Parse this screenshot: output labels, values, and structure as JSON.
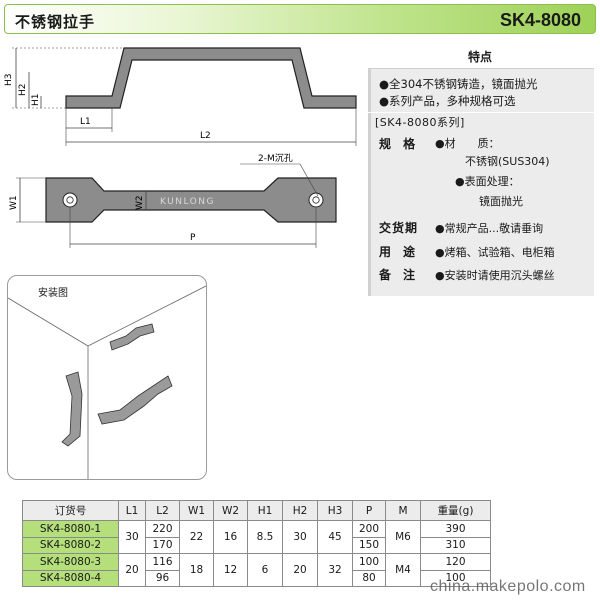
{
  "header": {
    "title": "不锈钢拉手",
    "model": "SK4-8080"
  },
  "features": {
    "title": "特点",
    "items": [
      "●全304不锈钢铸造，镜面抛光",
      "●系列产品，多种规格可选"
    ]
  },
  "specs": {
    "series": "[SK4-8080系列]",
    "spec_label": "规 格",
    "material_key": "●材　　质：",
    "material_val": "不锈钢(SUS304)",
    "surface_key": "●表面处理：",
    "surface_val": "镜面抛光",
    "delivery_label": "交货期",
    "delivery_val": "●常规产品...敬请垂询",
    "use_label": "用　途",
    "use_val": "●烤箱、试验箱、电柜箱",
    "note_label": "备　注",
    "note_val": "●安装时请使用沉头螺丝"
  },
  "drawing": {
    "dims": {
      "h3": "H3",
      "h2": "H2",
      "h1": "H1",
      "l1": "L1",
      "l2": "L2",
      "w1": "W1",
      "w2": "W2",
      "p": "P",
      "hole": "2-M沉孔",
      "brand": "KUNLONG"
    }
  },
  "install": {
    "label": "安装图"
  },
  "table": {
    "headers": [
      "订货号",
      "L1",
      "L2",
      "W1",
      "W2",
      "H1",
      "H2",
      "H3",
      "P",
      "M",
      "重量(g)"
    ],
    "rows": [
      {
        "model": "SK4-8080-1",
        "l2": "220",
        "p": "200",
        "weight": "390"
      },
      {
        "model": "SK4-8080-2",
        "l2": "170",
        "p": "150",
        "weight": "310"
      },
      {
        "model": "SK4-8080-3",
        "l2": "116",
        "p": "100",
        "weight": "120"
      },
      {
        "model": "SK4-8080-4",
        "l2": "96",
        "p": "80",
        "weight": "100"
      }
    ],
    "group_a": {
      "l1": "30",
      "w1": "22",
      "w2": "16",
      "h1": "8.5",
      "h2": "30",
      "h3": "45",
      "m": "M6"
    },
    "group_b": {
      "l1": "20",
      "w1": "18",
      "w2": "12",
      "h1": "6",
      "h2": "20",
      "h3": "32",
      "m": "M4"
    }
  },
  "watermark": "china.makepolo.com"
}
